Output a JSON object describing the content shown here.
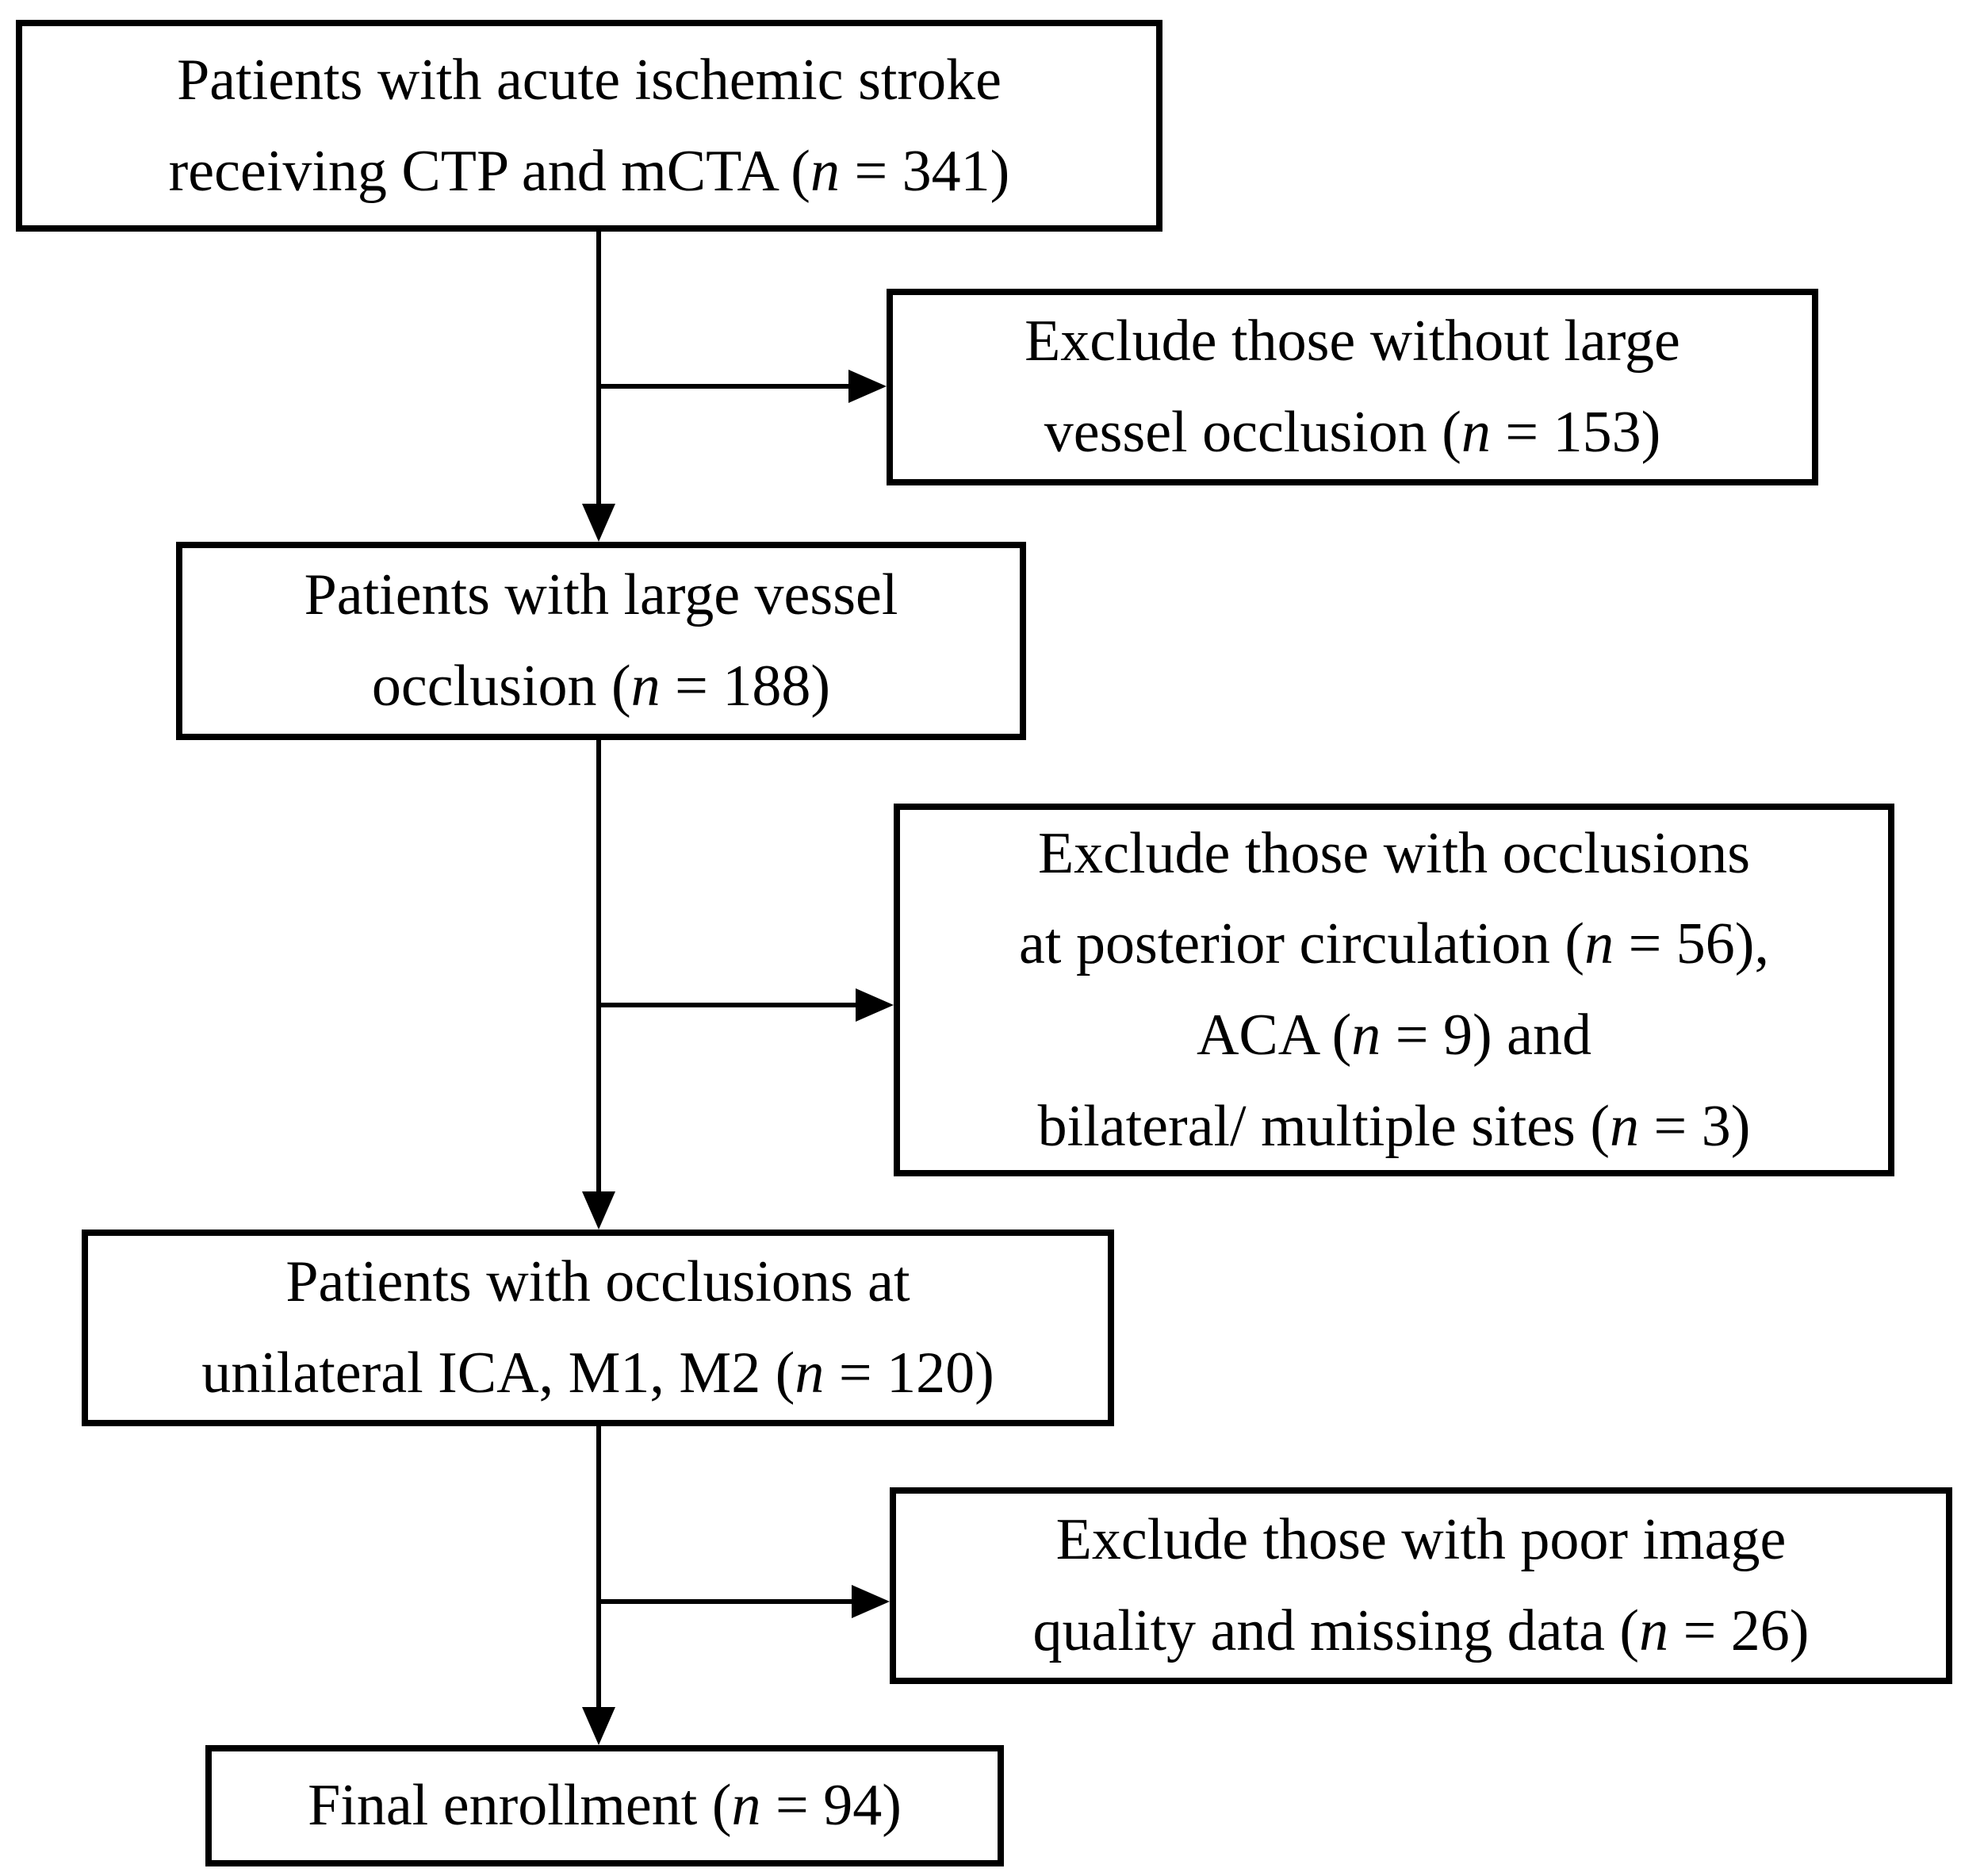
{
  "figure": {
    "type": "flowchart",
    "background": "#ffffff",
    "line_color": "#000000",
    "box_border_color": "#000000",
    "text_color": "#000000",
    "boxes": [
      {
        "name": "initial-cohort",
        "lines": [
          {
            "pre": "Patients with acute ischemic stroke"
          },
          {
            "pre": "receiving CTP and mCTA (",
            "var": "n",
            "post": " = 341)"
          }
        ]
      },
      {
        "name": "exclude-no-large-vessel-occlusion",
        "lines": [
          {
            "pre": "Exclude those without large"
          },
          {
            "pre": "vessel occlusion (",
            "var": "n",
            "post": " = 153)"
          }
        ]
      },
      {
        "name": "large-vessel-occlusion-cohort",
        "lines": [
          {
            "pre": "Patients with large vessel"
          },
          {
            "pre": "occlusion (",
            "var": "n",
            "post": " = 188)"
          }
        ]
      },
      {
        "name": "exclude-other-occlusion-sites",
        "lines": [
          {
            "pre": "Exclude those with occlusions"
          },
          {
            "pre": "at posterior circulation (",
            "var": "n",
            "post": " = 56),"
          },
          {
            "pre": "ACA (",
            "var": "n",
            "post": " = 9) and"
          },
          {
            "pre": "bilateral/ multiple sites (",
            "var": "n",
            "post": " = 3)"
          }
        ]
      },
      {
        "name": "unilateral-occlusion-cohort",
        "lines": [
          {
            "pre": "Patients with occlusions at"
          },
          {
            "pre": "unilateral ICA, M1, M2 (",
            "var": "n",
            "post": " = 120)"
          }
        ]
      },
      {
        "name": "exclude-poor-image-quality",
        "lines": [
          {
            "pre": "Exclude those with poor image"
          },
          {
            "pre": "quality and missing data (",
            "var": "n",
            "post": " = 26)"
          }
        ]
      },
      {
        "name": "final-enrollment",
        "lines": [
          {
            "pre": "Final enrollment (",
            "var": "n",
            "post": " = 94)"
          }
        ]
      }
    ]
  }
}
